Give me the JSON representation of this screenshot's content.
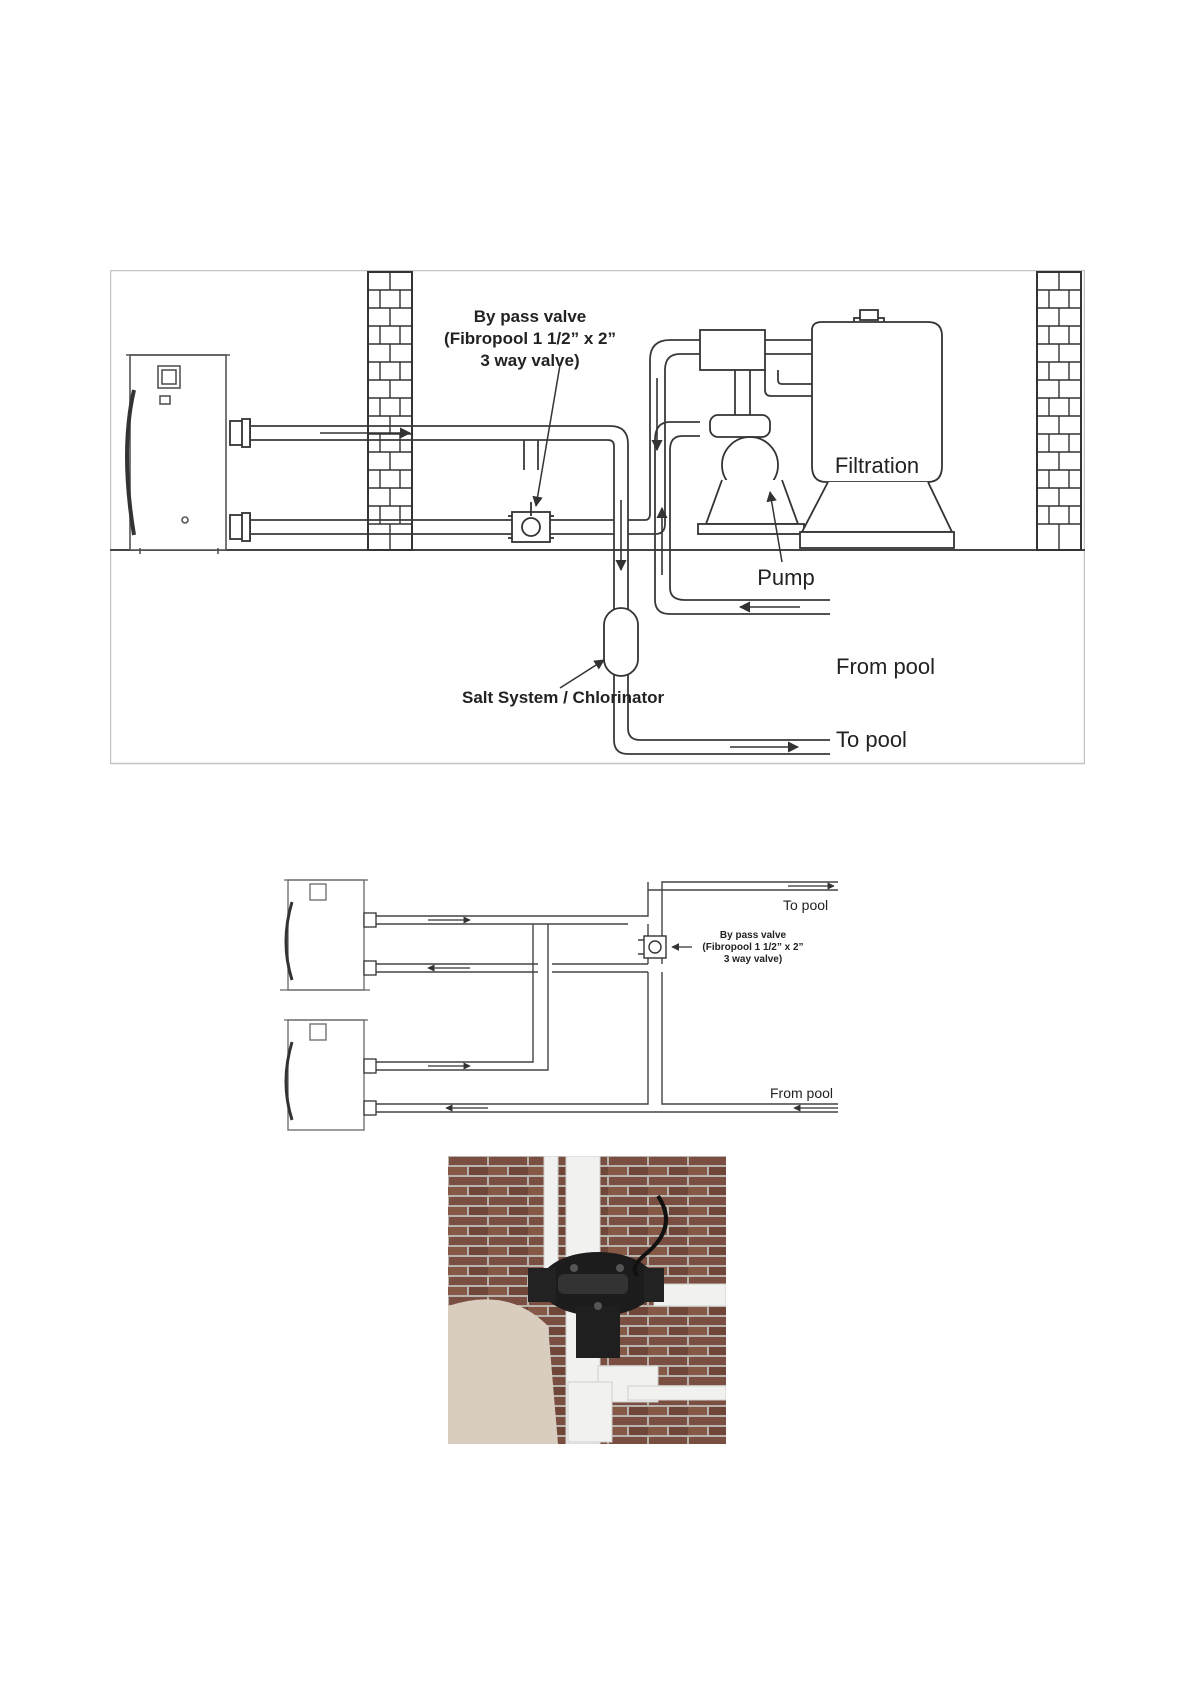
{
  "diagram1": {
    "bypass_label": [
      "By pass valve",
      "(Fibropool 1 1/2” x 2”",
      "3 way valve)"
    ],
    "filtration_label": "Filtration",
    "pump_label": "Pump",
    "salt_label": "Salt System / Chlorinator",
    "from_pool_label": "From pool",
    "to_pool_label": "To pool"
  },
  "diagram2": {
    "to_pool_label": "To pool",
    "bypass_label": [
      "By pass valve",
      "(Fibropool 1 1/2” x 2”",
      "3 way valve)"
    ],
    "from_pool_label": "From pool"
  },
  "photo": {
    "subject": "3-way bypass valve installed on white PVC pipes against brick wall",
    "colors": {
      "brick": "#7a4e40",
      "mortar": "#b9b3ad",
      "pipe": "#f1f1ef",
      "valve": "#1c1c1c",
      "tank": "#d8cdbf"
    }
  },
  "colors": {
    "line": "#3a3a3a",
    "frame": "#bfbfbf"
  }
}
